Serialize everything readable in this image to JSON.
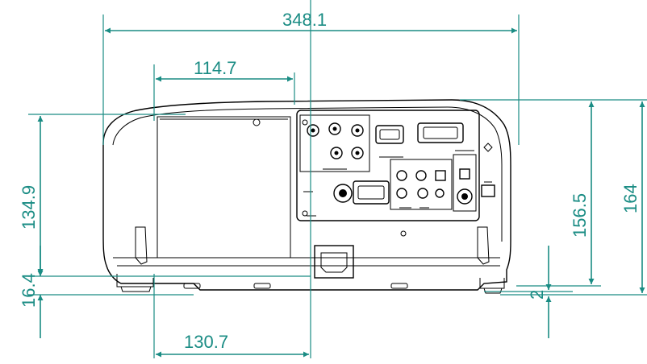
{
  "colors": {
    "dimension": "#1a8c84",
    "outline": "#000000",
    "background": "#ffffff"
  },
  "dimensions": {
    "overall_width": "348.1",
    "lens_offset_top": "114.7",
    "lens_offset_bottom": "130.7",
    "height_lens_axis": "134.9",
    "foot_height": "16.4",
    "height_without_feet": "156.5",
    "overall_height": "164",
    "foot_small": "2"
  }
}
